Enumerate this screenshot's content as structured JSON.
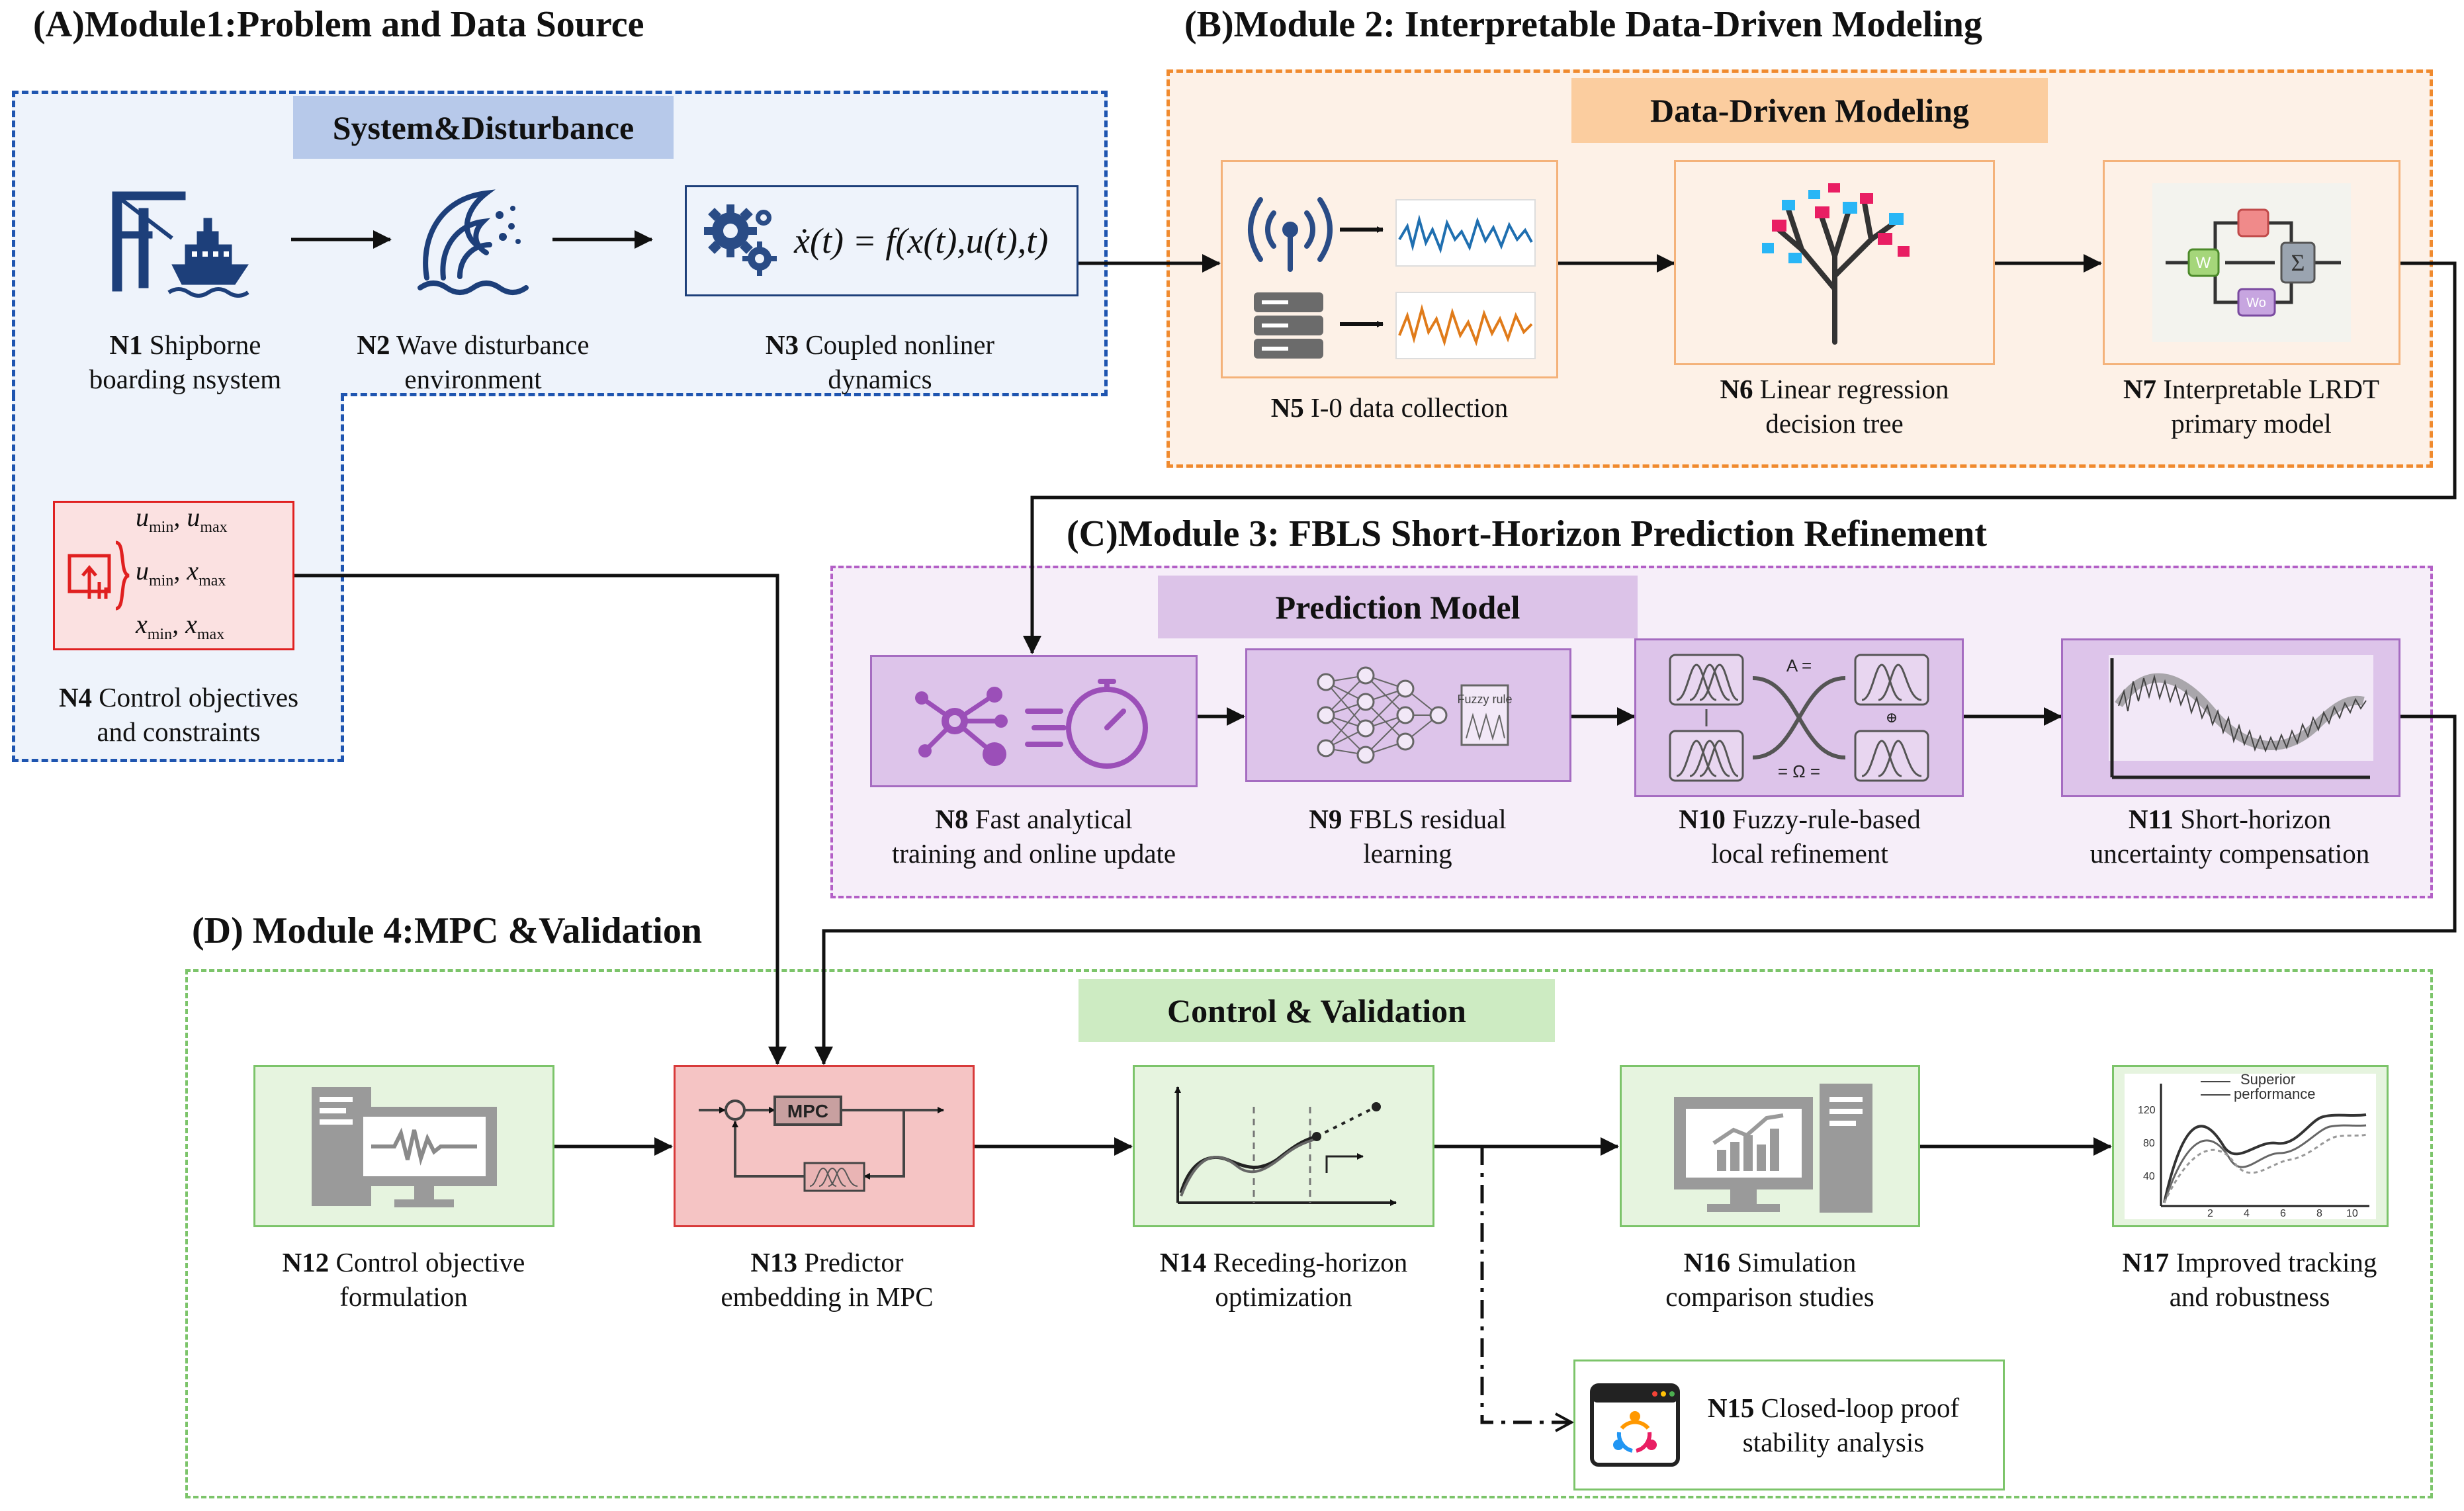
{
  "module_titles": {
    "a": "(A)Module1:Problem and Data Source",
    "b": "(B)Module 2: Interpretable Data-Driven Modeling",
    "c": "(C)Module 3: FBLS Short-Horizon Prediction Refinement",
    "d": "(D) Module 4:MPC &Validation"
  },
  "section_tags": {
    "system": "System&Disturbance",
    "data_driven": "Data-Driven Modeling",
    "prediction": "Prediction Model",
    "control": "Control & Validation"
  },
  "equations": {
    "dynamics": "ẋ(t) = f(x(t),u(t),t)",
    "c1_u": "u",
    "c1_sub1": "min",
    "c1_u2": "u",
    "c1_sub2": "max",
    "c2_u": "u",
    "c2_sub1": "min",
    "c2_x": "x",
    "c2_sub2": "max",
    "c3_x": "x",
    "c3_sub1": "min",
    "c3_x2": "x",
    "c3_sub2": "max"
  },
  "icon_text": {
    "mpc": "MPC",
    "fuzzy_rule": "Fuzzy rule",
    "a_eq": "A =",
    "omega": "= Ω =",
    "chart_legend_1": "Superior",
    "chart_legend_2": "performance",
    "chart_y": [
      "120",
      "80",
      "40"
    ],
    "chart_x": [
      "2",
      "4",
      "6",
      "8",
      "10"
    ],
    "w": "W",
    "wo": "Wo"
  },
  "nodes": {
    "n1": {
      "id": "N1",
      "l1": " Shipborne",
      "l2": "boarding nsystem"
    },
    "n2": {
      "id": "N2",
      "l1": " Wave disturbance",
      "l2": "environment"
    },
    "n3": {
      "id": "N3",
      "l1": " Coupled nonliner",
      "l2": "dynamics"
    },
    "n4": {
      "id": "N4",
      "l1": " Control objectives",
      "l2": "and constraints"
    },
    "n5": {
      "id": "N5",
      "l1": " I-0 data collection"
    },
    "n6": {
      "id": "N6",
      "l1": " Linear regression",
      "l2": "decision tree"
    },
    "n7": {
      "id": "N7",
      "l1": " Interpretable LRDT",
      "l2": "primary model"
    },
    "n8": {
      "id": "N8",
      "l1": " Fast analytical",
      "l2": "training and online update"
    },
    "n9": {
      "id": "N9",
      "l1": " FBLS residual",
      "l2": "learning"
    },
    "n10": {
      "id": "N10",
      "l1": " Fuzzy-rule-based",
      "l2": "local refinement"
    },
    "n11": {
      "id": "N11",
      "l1": " Short-horizon",
      "l2": "uncertainty compensation"
    },
    "n12": {
      "id": "N12",
      "l1": " Control objective",
      "l2": "formulation"
    },
    "n13": {
      "id": "N13",
      "l1": " Predictor",
      "l2": "embedding in MPC"
    },
    "n14": {
      "id": "N14",
      "l1": " Receding-horizon",
      "l2": "optimization"
    },
    "n15": {
      "id": "N15",
      "l1": " Closed-loop proof",
      "l2": "stability analysis"
    },
    "n16": {
      "id": "N16",
      "l1": " Simulation",
      "l2": "comparison studies"
    },
    "n17": {
      "id": "N17",
      "l1": " Improved tracking",
      "l2": "and robustness"
    }
  },
  "colors": {
    "module_a_border": "#1f55b0",
    "module_a_fill": "#eef3fb",
    "module_a_tag": "#b7c9ea",
    "module_b_border": "#f08a2e",
    "module_b_fill": "#fdf1e7",
    "module_b_tag": "#fbcd9f",
    "module_c_border": "#b35fc6",
    "module_c_fill": "#f6eef9",
    "module_c_tag": "#dcc3e8",
    "module_d_border": "#7cc46a",
    "module_d_tag": "#cdebc2",
    "n4_border": "#e02020",
    "n13_fill": "#f5c4c4"
  }
}
